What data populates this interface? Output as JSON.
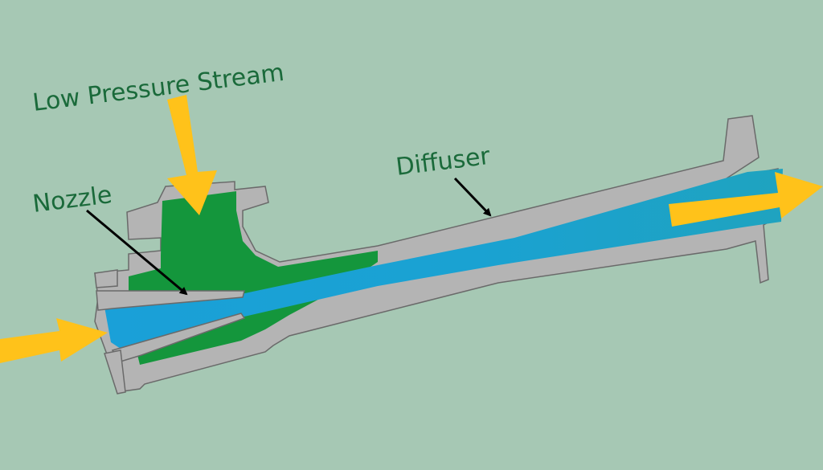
{
  "labels": {
    "low_pressure_stream": "Low Pressure Stream",
    "nozzle": "Nozzle",
    "diffuser": "Diffuser"
  },
  "colors": {
    "background": "#a6c8b4",
    "body": "#b4b4b4",
    "outline": "#6a6a6a",
    "motive_stream": "#1aa0d8",
    "suction_chamber": "#14963c",
    "flow_arrow": "#ffc21a",
    "label_text": "#1a6a3a",
    "pointer": "#000000"
  }
}
